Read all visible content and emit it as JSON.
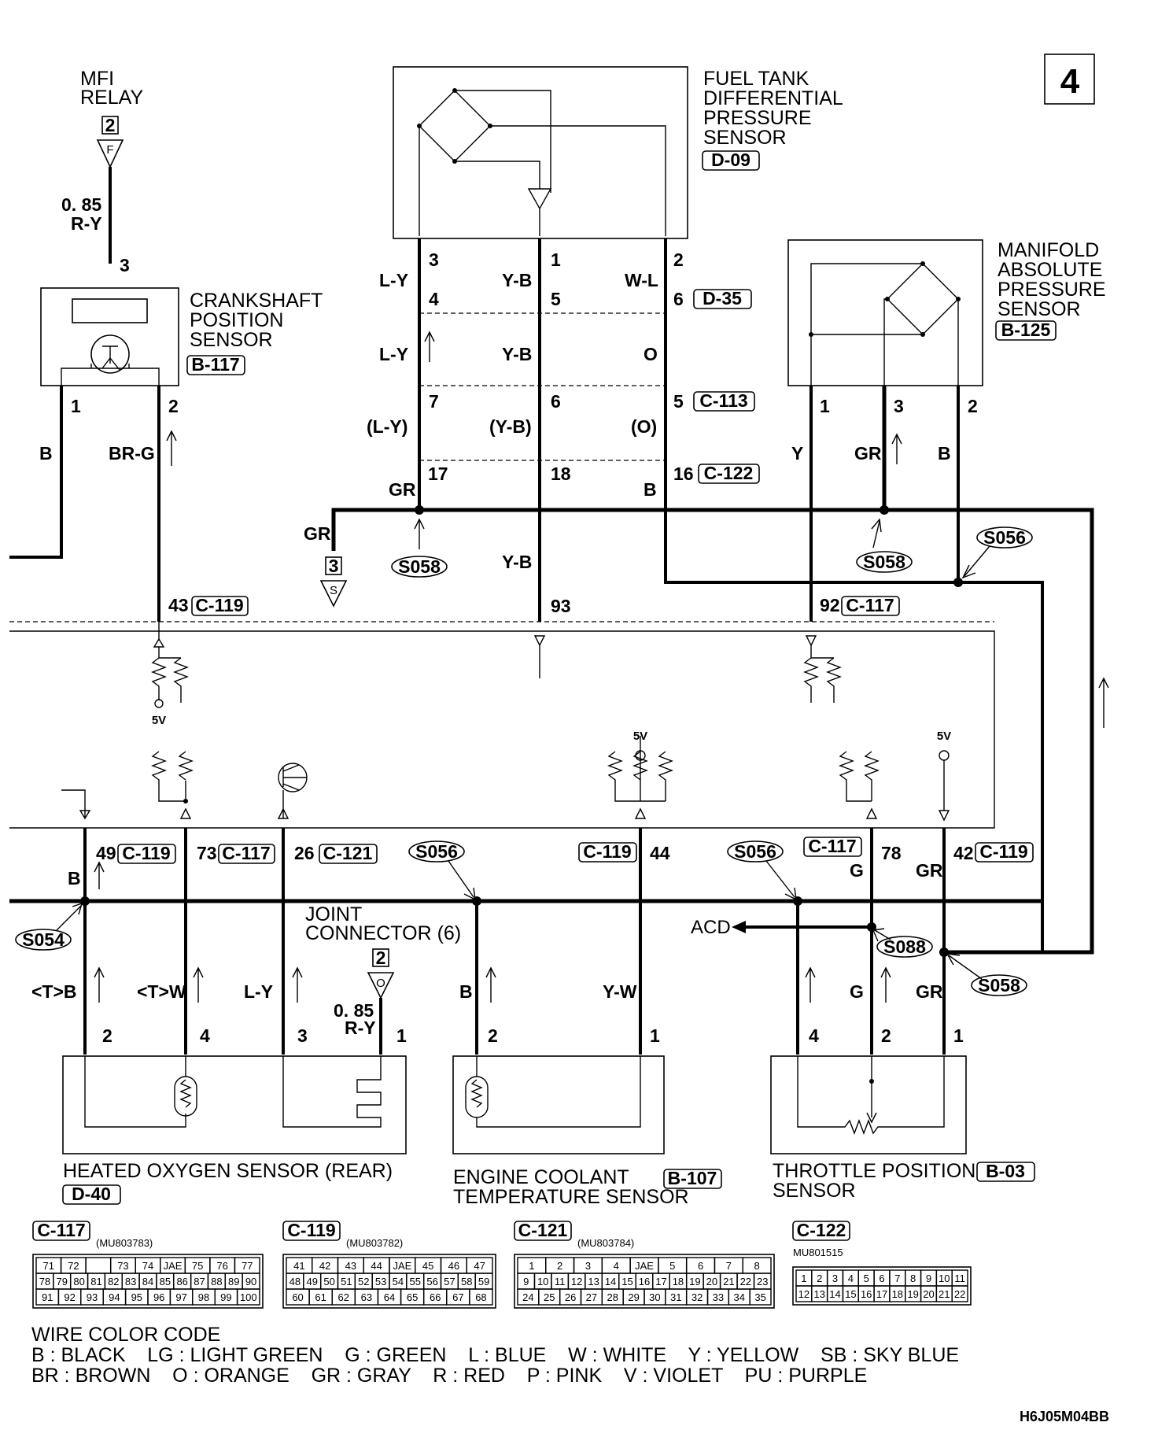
{
  "page_number": "4",
  "drawing_code": "H6J05M04BB",
  "mfi_relay": {
    "label_line1": "MFI",
    "label_line2": "RELAY",
    "pin": "2",
    "conn_letter": "F",
    "wire_size": "0. 85",
    "wire_color": "R-Y"
  },
  "crankshaft_sensor": {
    "line1": "CRANKSHAFT",
    "line2": "POSITION",
    "line3": "SENSOR",
    "connector": "B-117",
    "pin_top": "3",
    "pin1": "1",
    "pin2": "2",
    "wire1": "B",
    "wire2": "BR-G",
    "ecu_pin": "43",
    "ecu_conn": "C-119"
  },
  "fuel_tank_sensor": {
    "line1": "FUEL TANK",
    "line2": "DIFFERENTIAL",
    "line3": "PRESSURE",
    "line4": "SENSOR",
    "connector": "D-09"
  },
  "fuel_wires": {
    "pins_top": [
      "3",
      "1",
      "2"
    ],
    "colors_a": [
      "L-Y",
      "Y-B",
      "W-L"
    ],
    "pins_d35": [
      "4",
      "5",
      "6"
    ],
    "conn_d35": "D-35",
    "colors_b": [
      "L-Y",
      "Y-B",
      "O"
    ],
    "pins_c113": [
      "7",
      "6",
      "5"
    ],
    "conn_c113": "C-113",
    "colors_c": [
      "(L-Y)",
      "(Y-B)",
      "(O)"
    ],
    "pins_c122": [
      "17",
      "18",
      "16"
    ],
    "conn_c122": "C-122",
    "gr_label": "GR",
    "b_label": "B",
    "yb_label": "Y-B",
    "ecu_pin_93": "93"
  },
  "splice_refs": {
    "s058": "S058",
    "s056": "S056",
    "s054": "S054",
    "s088": "S088"
  },
  "ground_conn": {
    "pin": "3",
    "letter": "S",
    "wire": "GR"
  },
  "map_sensor": {
    "line1": "MANIFOLD",
    "line2": "ABSOLUTE",
    "line3": "PRESSURE",
    "line4": "SENSOR",
    "connector": "B-125",
    "pins": [
      "1",
      "3",
      "2"
    ],
    "colors": [
      "Y",
      "GR",
      "B"
    ],
    "ecu_pin": "92",
    "ecu_conn": "C-117"
  },
  "ecu": {
    "v5": "5V"
  },
  "lower_ecu_pins": {
    "p49": "49",
    "c119": "C-119",
    "p73": "73",
    "c117": "C-117",
    "p26": "26",
    "c121": "C-121",
    "p44": "44",
    "p78": "78",
    "p42": "42",
    "wire_b": "B",
    "wire_g": "G",
    "wire_gr": "GR"
  },
  "joint_connector": {
    "line1": "JOINT",
    "line2": "CONNECTOR (6)",
    "pin": "2",
    "letter": "O",
    "wire_size": "0. 85",
    "wire_color": "R-Y"
  },
  "acd_label": "ACD",
  "oxygen_sensor": {
    "title": "HEATED OXYGEN SENSOR (REAR)",
    "connector": "D-40",
    "wires": [
      "<T>B",
      "<T>W",
      "L-Y"
    ],
    "pins": [
      "2",
      "4",
      "3",
      "1"
    ]
  },
  "coolant_sensor": {
    "line1": "ENGINE COOLANT",
    "line2": "TEMPERATURE SENSOR",
    "connector": "B-107",
    "wires": [
      "B",
      "Y-W"
    ],
    "pins": [
      "2",
      "1"
    ]
  },
  "throttle_sensor": {
    "line1": "THROTTLE POSITION",
    "line2": "SENSOR",
    "connector": "B-03",
    "wires": [
      "G",
      "GR"
    ],
    "pins": [
      "4",
      "2",
      "1"
    ]
  },
  "connectors": [
    {
      "name": "C-117",
      "part": "(MU803783)",
      "rows": [
        [
          "71",
          "72",
          "",
          "73",
          "74",
          "JAE",
          "75",
          "76",
          "77"
        ],
        [
          "78",
          "79",
          "80",
          "81",
          "82",
          "83",
          "84",
          "85",
          "86",
          "87",
          "88",
          "89",
          "90"
        ],
        [
          "91",
          "92",
          "93",
          "94",
          "95",
          "96",
          "97",
          "98",
          "99",
          "100"
        ]
      ]
    },
    {
      "name": "C-119",
      "part": "(MU803782)",
      "rows": [
        [
          "41",
          "42",
          "43",
          "44",
          "JAE",
          "45",
          "46",
          "47"
        ],
        [
          "48",
          "49",
          "50",
          "51",
          "52",
          "53",
          "54",
          "55",
          "56",
          "57",
          "58",
          "59"
        ],
        [
          "60",
          "61",
          "62",
          "63",
          "64",
          "65",
          "66",
          "67",
          "68"
        ]
      ]
    },
    {
      "name": "C-121",
      "part": "(MU803784)",
      "rows": [
        [
          "1",
          "2",
          "3",
          "4",
          "JAE",
          "5",
          "6",
          "7",
          "8"
        ],
        [
          "9",
          "10",
          "11",
          "12",
          "13",
          "14",
          "15",
          "16",
          "17",
          "18",
          "19",
          "20",
          "21",
          "22",
          "23"
        ],
        [
          "24",
          "25",
          "26",
          "27",
          "28",
          "29",
          "30",
          "31",
          "32",
          "33",
          "34",
          "35"
        ]
      ]
    },
    {
      "name": "C-122",
      "part": "MU801515",
      "rows": [
        [
          "1",
          "2",
          "3",
          "4",
          "5",
          "6",
          "7",
          "8",
          "9",
          "10",
          "11"
        ],
        [
          "12",
          "13",
          "14",
          "15",
          "16",
          "17",
          "18",
          "19",
          "20",
          "21",
          "22"
        ]
      ]
    }
  ],
  "wire_color_code": {
    "title": "WIRE COLOR CODE",
    "line1": "B : BLACK    LG : LIGHT GREEN    G : GREEN    L : BLUE    W : WHITE    Y : YELLOW    SB : SKY BLUE",
    "line2": "BR : BROWN    O : ORANGE    GR : GRAY    R : RED    P : PINK    V : VIOLET    PU : PURPLE"
  }
}
